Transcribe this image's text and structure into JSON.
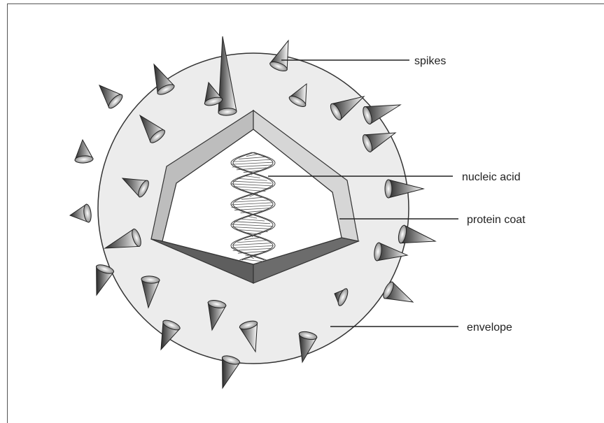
{
  "diagram": {
    "labels": {
      "spikes": "spikes",
      "nucleic_acid": "nucleic acid",
      "protein_coat": "protein coat",
      "envelope": "envelope"
    },
    "colors": {
      "envelope_fill": "#ececec",
      "outline": "#333333",
      "coat_light": "#b4b4b4",
      "coat_mid": "#8a8a8a",
      "coat_dark": "#5a5a5a",
      "spike_dark": "#2a2a2a",
      "spike_light": "#ffffff"
    }
  }
}
